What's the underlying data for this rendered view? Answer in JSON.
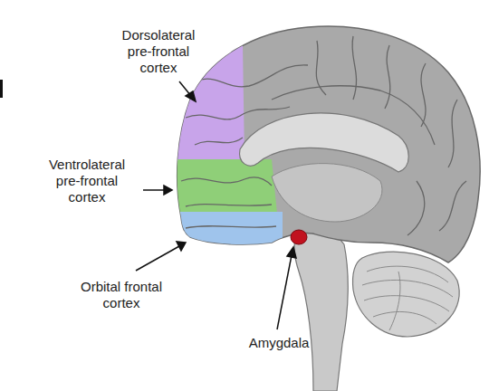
{
  "diagram": {
    "labels": [
      "Dorsolateral pre-frontal cortex",
      "Ventrolateral pre-frontal cortex",
      "Orbital frontal cortex",
      "Amygdala"
    ]
  }
}
